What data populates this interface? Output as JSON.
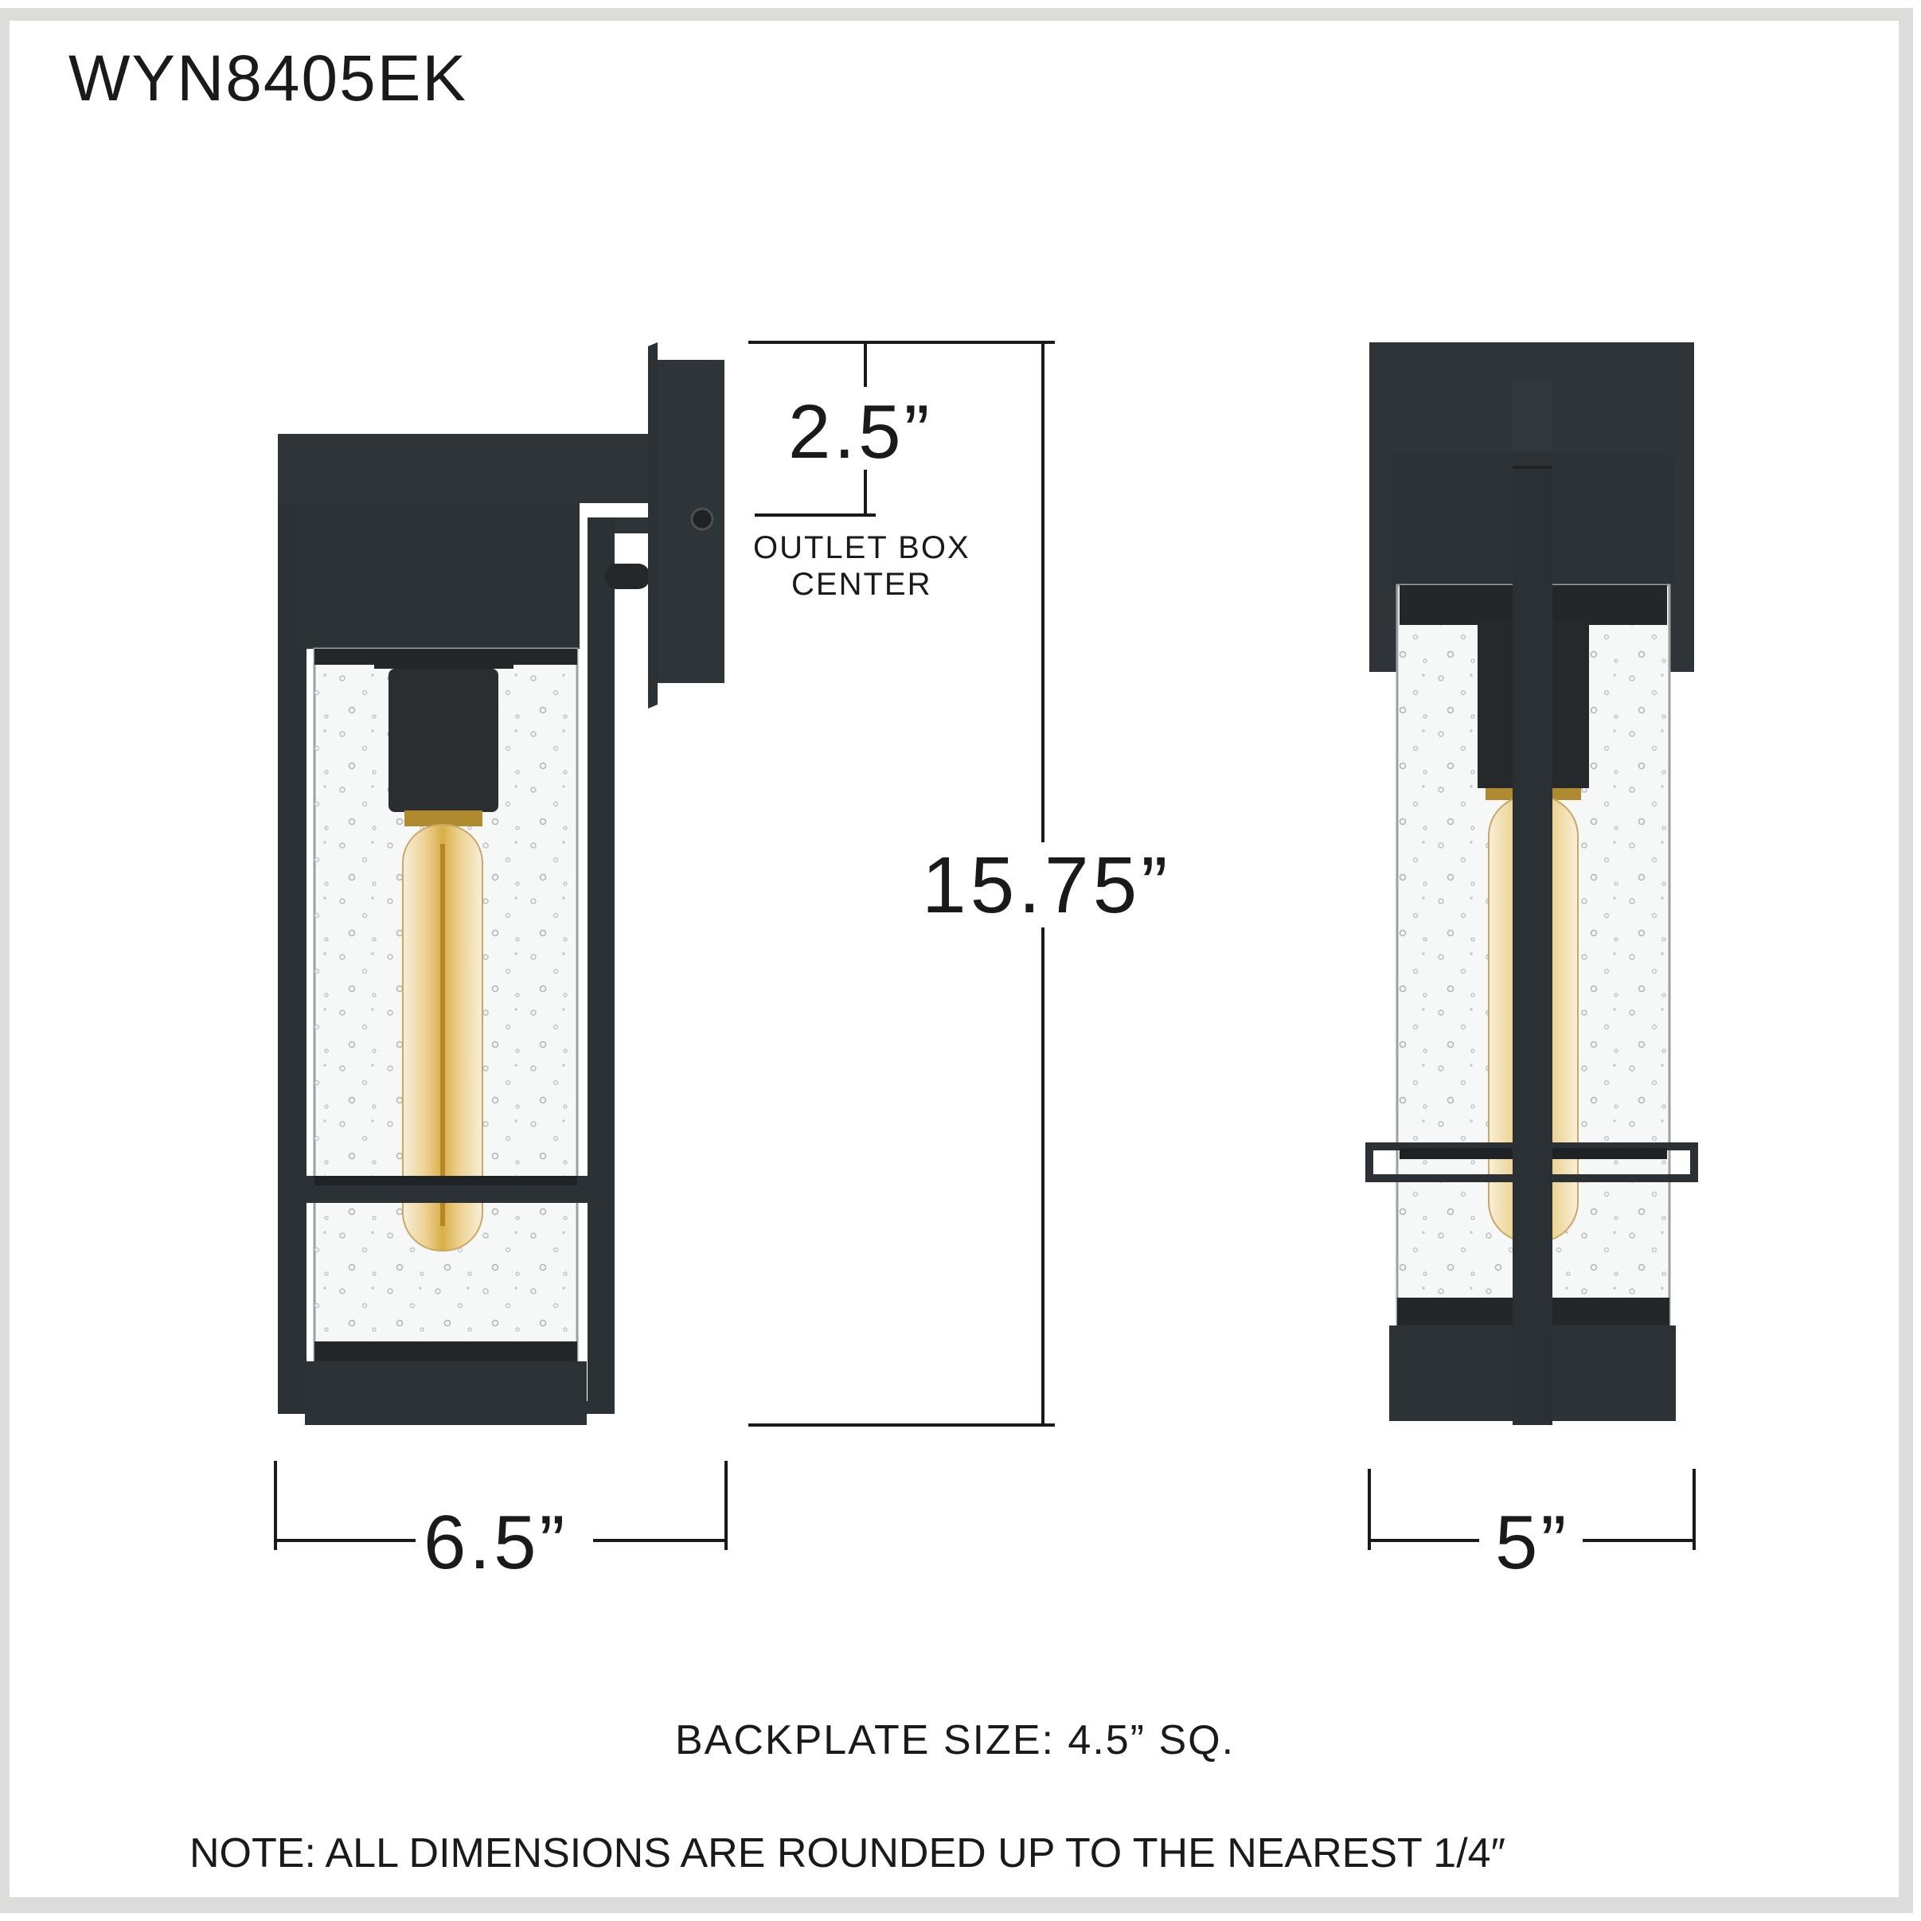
{
  "model_number": "WYN8405EK",
  "dimensions": {
    "height": "15.75”",
    "outlet_box_offset": "2.5”",
    "outlet_box_label_line1": "OUTLET BOX",
    "outlet_box_label_line2": "CENTER",
    "width_side": "6.5”",
    "width_front": "5”"
  },
  "notes": {
    "backplate": "BACKPLATE SIZE: 4.5” SQ.",
    "rounding": "NOTE:  ALL DIMENSIONS ARE ROUNDED UP TO THE NEAREST  1/4″"
  },
  "views": {
    "side_view": "side-view-fixture",
    "front_view": "front-view-fixture"
  },
  "colors": {
    "fixture_metal": "#2c3135",
    "fixture_metal_dark": "#1f2326",
    "glass": "#f4f6f6",
    "bulb_amber": "#e9c77a",
    "bulb_base": "#b08a2e",
    "dimension_line": "#1a1a1a",
    "frame_border": "#dcdcda"
  }
}
